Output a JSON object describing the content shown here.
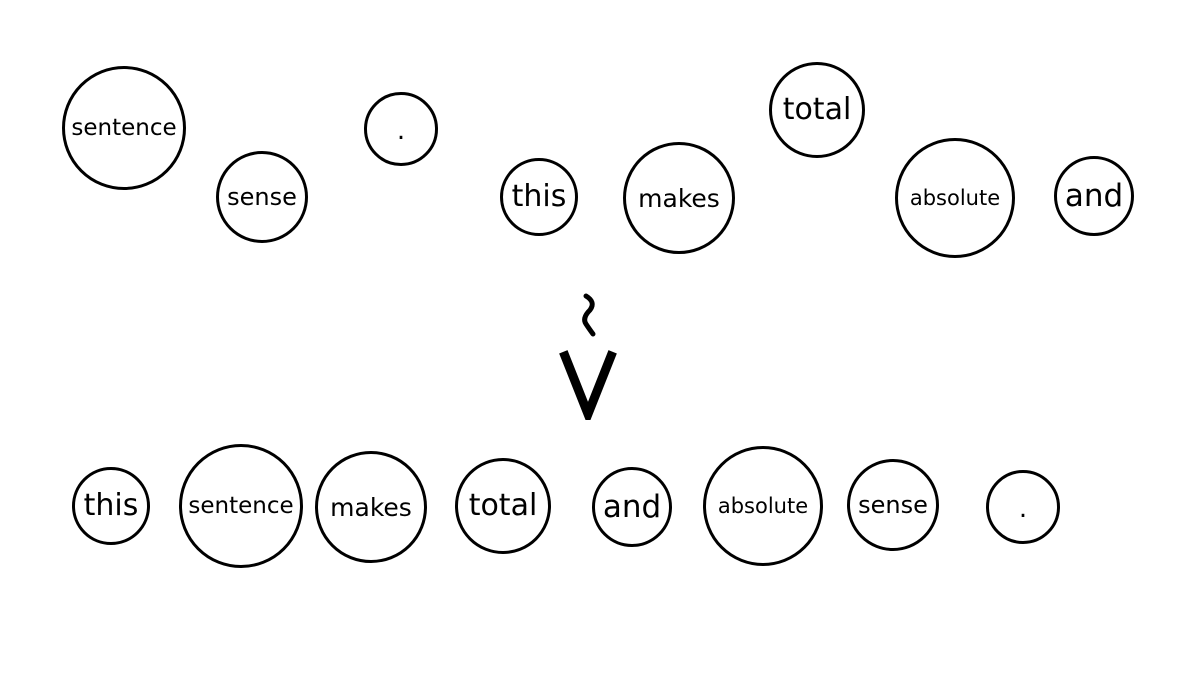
{
  "top_row": {
    "words": [
      "sentence",
      "sense",
      ".",
      "this",
      "makes",
      "total",
      "absolute",
      "and"
    ]
  },
  "arrow_icon": "squiggle-down-arrow-icon",
  "bottom_row": {
    "words": [
      "this",
      "sentence",
      "makes",
      "total",
      "and",
      "absolute",
      "sense",
      "."
    ]
  },
  "colors": {
    "stroke": "#000000",
    "background": "#ffffff"
  }
}
